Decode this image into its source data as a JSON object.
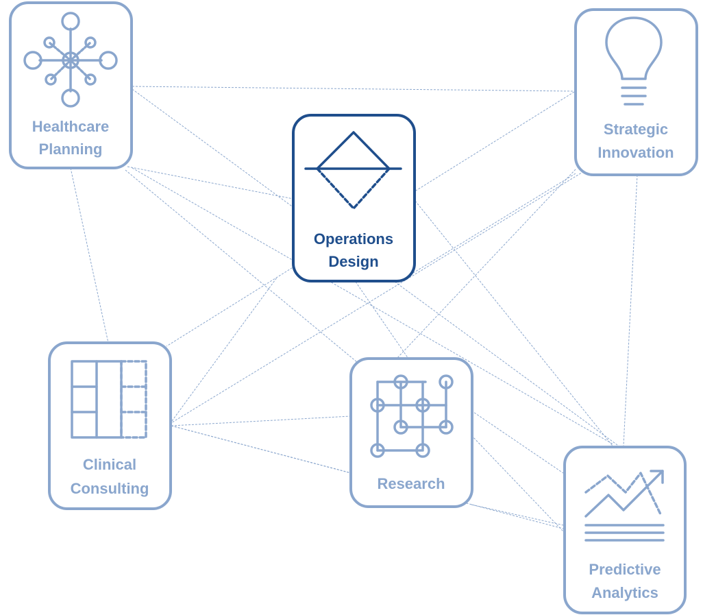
{
  "nodes": {
    "healthcare_planning": {
      "line1": "Healthcare",
      "line2": "Planning",
      "icon": "network-hub-icon"
    },
    "strategic_innovation": {
      "line1": "Strategic",
      "line2": "Innovation",
      "icon": "lightbulb-icon"
    },
    "operations_design": {
      "line1": "Operations",
      "line2": "Design",
      "icon": "triangle-reflection-icon"
    },
    "clinical_consulting": {
      "line1": "Clinical",
      "line2": "Consulting",
      "icon": "table-grid-icon"
    },
    "research": {
      "line1": "Research",
      "icon": "node-grid-icon"
    },
    "predictive_analytics": {
      "line1": "Predictive",
      "line2": "Analytics",
      "icon": "trend-chart-icon"
    }
  },
  "colors": {
    "node_muted": "#8aa6cd",
    "node_active": "#1f4e8c",
    "connector": "#8aa6cd",
    "background": "#ffffff"
  }
}
